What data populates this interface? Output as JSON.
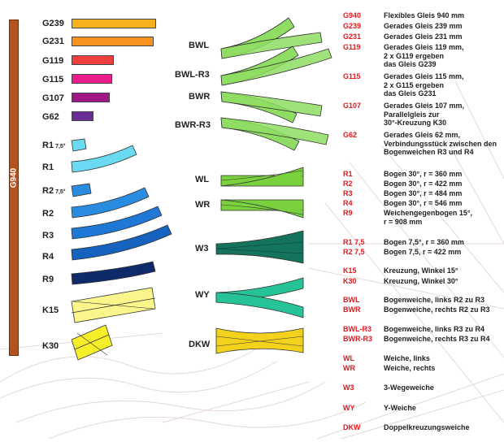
{
  "flex_track": {
    "label": "G940",
    "color": "#b3531f"
  },
  "straights": [
    {
      "label": "G239",
      "color": "#f5b21e"
    },
    {
      "label": "G231",
      "color": "#f7921e"
    },
    {
      "label": "G119",
      "color": "#ef3e3e"
    },
    {
      "label": "G115",
      "color": "#ec1e8c"
    },
    {
      "label": "G107",
      "color": "#a3168a"
    },
    {
      "label": "G62",
      "color": "#6a2d96"
    }
  ],
  "curves": [
    {
      "label": "R1",
      "sub": "7,5°",
      "color": "#6ad9f2"
    },
    {
      "label": "R1",
      "sub": "",
      "color": "#6ad9f2"
    },
    {
      "label": "R2",
      "sub": "7,5°",
      "color": "#2a8ce0"
    },
    {
      "label": "R2",
      "sub": "",
      "color": "#2a8ce0"
    },
    {
      "label": "R3",
      "sub": "",
      "color": "#1f78d6"
    },
    {
      "label": "R4",
      "sub": "",
      "color": "#1562bf"
    },
    {
      "label": "R9",
      "sub": "",
      "color": "#0f2a6b"
    },
    {
      "label": "K15",
      "sub": "",
      "color": "#fbf68c"
    },
    {
      "label": "K30",
      "sub": "",
      "color": "#f7ee2a"
    }
  ],
  "switches": [
    {
      "label": "BWL",
      "color": "#8fdd63"
    },
    {
      "label": "BWL-R3",
      "color": "#8fdd63"
    },
    {
      "label": "BWR",
      "color": "#8fdd63"
    },
    {
      "label": "BWR-R3",
      "color": "#8fdd63"
    },
    {
      "label": "WL",
      "color": "#79d13d"
    },
    {
      "label": "WR",
      "color": "#79d13d"
    },
    {
      "label": "W3",
      "color": "#14735a"
    },
    {
      "label": "WY",
      "color": "#25c396"
    },
    {
      "label": "DKW",
      "color": "#f3d21c"
    }
  ],
  "legend": [
    {
      "code": "G940",
      "desc": "Flexibles Gleis 940 mm"
    },
    {
      "code": "G239",
      "desc": "Gerades Gleis 239 mm"
    },
    {
      "code": "G231",
      "desc": "Gerades Gleis 231 mm"
    },
    {
      "code": "G119",
      "desc": "Gerades Gleis 119 mm,\n2 x G119 ergeben\ndas Gleis G239"
    },
    {
      "code": "G115",
      "desc": "Gerades Gleis 115 mm,\n2 x G115 ergeben\ndas Gleis G231"
    },
    {
      "code": "G107",
      "desc": "Gerades Gleis 107 mm,\nParallelgleis zur\n30°-Kreuzung K30"
    },
    {
      "code": "G62",
      "desc": "Gerades Gleis 62 mm,\nVerbindungsstück zwischen den\nBogenweichen R3 und R4"
    },
    {
      "code": "R1",
      "desc": "Bogen 30°, r = 360 mm"
    },
    {
      "code": "R2",
      "desc": "Bogen 30°, r = 422 mm"
    },
    {
      "code": "R3",
      "desc": "Bogen 30°, r = 484 mm"
    },
    {
      "code": "R4",
      "desc": "Bogen 30°, r = 546 mm"
    },
    {
      "code": "R9",
      "desc": "Weichengegenbogen 15°,\nr = 908 mm"
    },
    {
      "code": "R1 7,5",
      "desc": "Bogen 7,5°, r = 360 mm"
    },
    {
      "code": "R2 7,5",
      "desc": "Bogen 7,5, r = 422 mm"
    },
    {
      "code": "K15",
      "desc": "Kreuzung, Winkel 15°"
    },
    {
      "code": "K30",
      "desc": "Kreuzung, Winkel 30°"
    },
    {
      "code": "BWL",
      "desc": "Bogenweiche, links R2 zu R3"
    },
    {
      "code": "BWR",
      "desc": "Bogenweiche, rechts R2 zu R3"
    },
    {
      "code": "BWL-R3",
      "desc": "Bogenweiche, links R3 zu R4"
    },
    {
      "code": "BWR-R3",
      "desc": "Bogenweiche, rechts R3 zu R4"
    },
    {
      "code": "WL",
      "desc": "Weiche, links"
    },
    {
      "code": "WR",
      "desc": "Weiche, rechts"
    },
    {
      "code": "W3",
      "desc": "3-Wegeweiche"
    },
    {
      "code": "WY",
      "desc": "Y-Weiche"
    },
    {
      "code": "DKW",
      "desc": "Doppelkreuzungsweiche"
    }
  ]
}
